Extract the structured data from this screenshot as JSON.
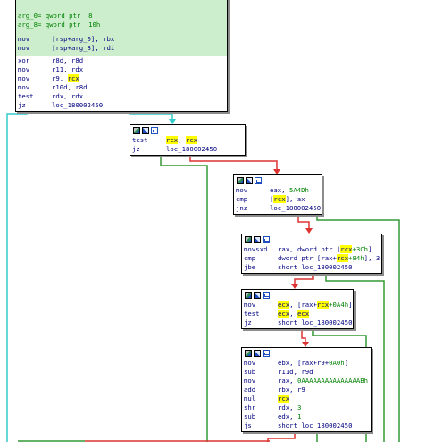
{
  "window": {
    "background": "#ffffff"
  },
  "colors": {
    "edge_true": "#339933",
    "edge_false": "#dd3333",
    "edge_uncond": "#33cccc",
    "highlight": "#ffff00",
    "block_header_green": "#cceecc"
  },
  "block_toolbar_icons": [
    "graph-color-icon",
    "graph-rename-icon",
    "graph-group-icon"
  ],
  "blocks": {
    "entry": {
      "header_lines": [
        {
          "name": "arg_0",
          "eq": "= qword ptr  8"
        },
        {
          "name": "arg_8",
          "eq": "= qword ptr  10h"
        }
      ],
      "lines": [
        {
          "mn": "mov",
          "ops": "[rsp+arg_0], rbx"
        },
        {
          "mn": "mov",
          "ops": "[rsp+arg_8], rdi"
        },
        {
          "mn": "xor",
          "ops": "r8d, r8d"
        },
        {
          "mn": "mov",
          "ops": "r11, rdx"
        },
        {
          "mn": "mov",
          "ops_pre": "r9, ",
          "hl": "rcx",
          "ops_post": ""
        },
        {
          "mn": "mov",
          "ops": "r10d, r8d"
        },
        {
          "mn": "test",
          "ops": "rdx, rdx"
        },
        {
          "mn": "jz",
          "ops": "loc_180002450"
        }
      ]
    },
    "b2": {
      "lines": [
        {
          "mn": "test",
          "hl1": "rcx",
          "mid": ", ",
          "hl2": "rcx"
        },
        {
          "mn": "jz",
          "ops": "loc_180002450"
        }
      ]
    },
    "b3": {
      "lines": [
        {
          "mn": "mov",
          "ops_pre": "eax, ",
          "num": "5A4Dh"
        },
        {
          "mn": "cmp",
          "pre": "[",
          "hl": "rcx",
          "post": "], ax"
        },
        {
          "mn": "jnz",
          "ops": "loc_180002450"
        }
      ]
    },
    "b4": {
      "lines": [
        {
          "mn": "movsxd",
          "pre": "rax, dword ptr [",
          "hl": "rcx",
          "num": "+3Ch",
          "post": "]"
        },
        {
          "mn": "cmp",
          "pre": "dword ptr [rax+",
          "hl": "rcx",
          "num": "+84h",
          "post": "], 3"
        },
        {
          "mn": "jbe",
          "ops": "short loc_180002450"
        }
      ]
    },
    "b5": {
      "lines": [
        {
          "mn": "mov",
          "hl": "ecx",
          "pre": ", [rax+",
          "hl2": "rcx",
          "num": "+0A4h",
          "post": "]"
        },
        {
          "mn": "test",
          "hl": "ecx",
          "mid": ", ",
          "hl2": "ecx"
        },
        {
          "mn": "jz",
          "ops": "short loc_180002450"
        }
      ]
    },
    "b6": {
      "lines": [
        {
          "mn": "mov",
          "pre": "ebx, [rax+r9+",
          "num": "0A0h",
          "post": "]"
        },
        {
          "mn": "sub",
          "ops": "r11d, r9d"
        },
        {
          "mn": "mov",
          "pre": "rax, ",
          "num": "0AAAAAAAAAAAAAAABh"
        },
        {
          "mn": "add",
          "ops": "rbx, r9"
        },
        {
          "mn": "mul",
          "hl": "rcx"
        },
        {
          "mn": "shr",
          "pre": "rdx, ",
          "num": "3"
        },
        {
          "mn": "sub",
          "pre": "edx, ",
          "num": "1"
        },
        {
          "mn": "js",
          "ops": "short loc_180002450"
        }
      ]
    }
  }
}
